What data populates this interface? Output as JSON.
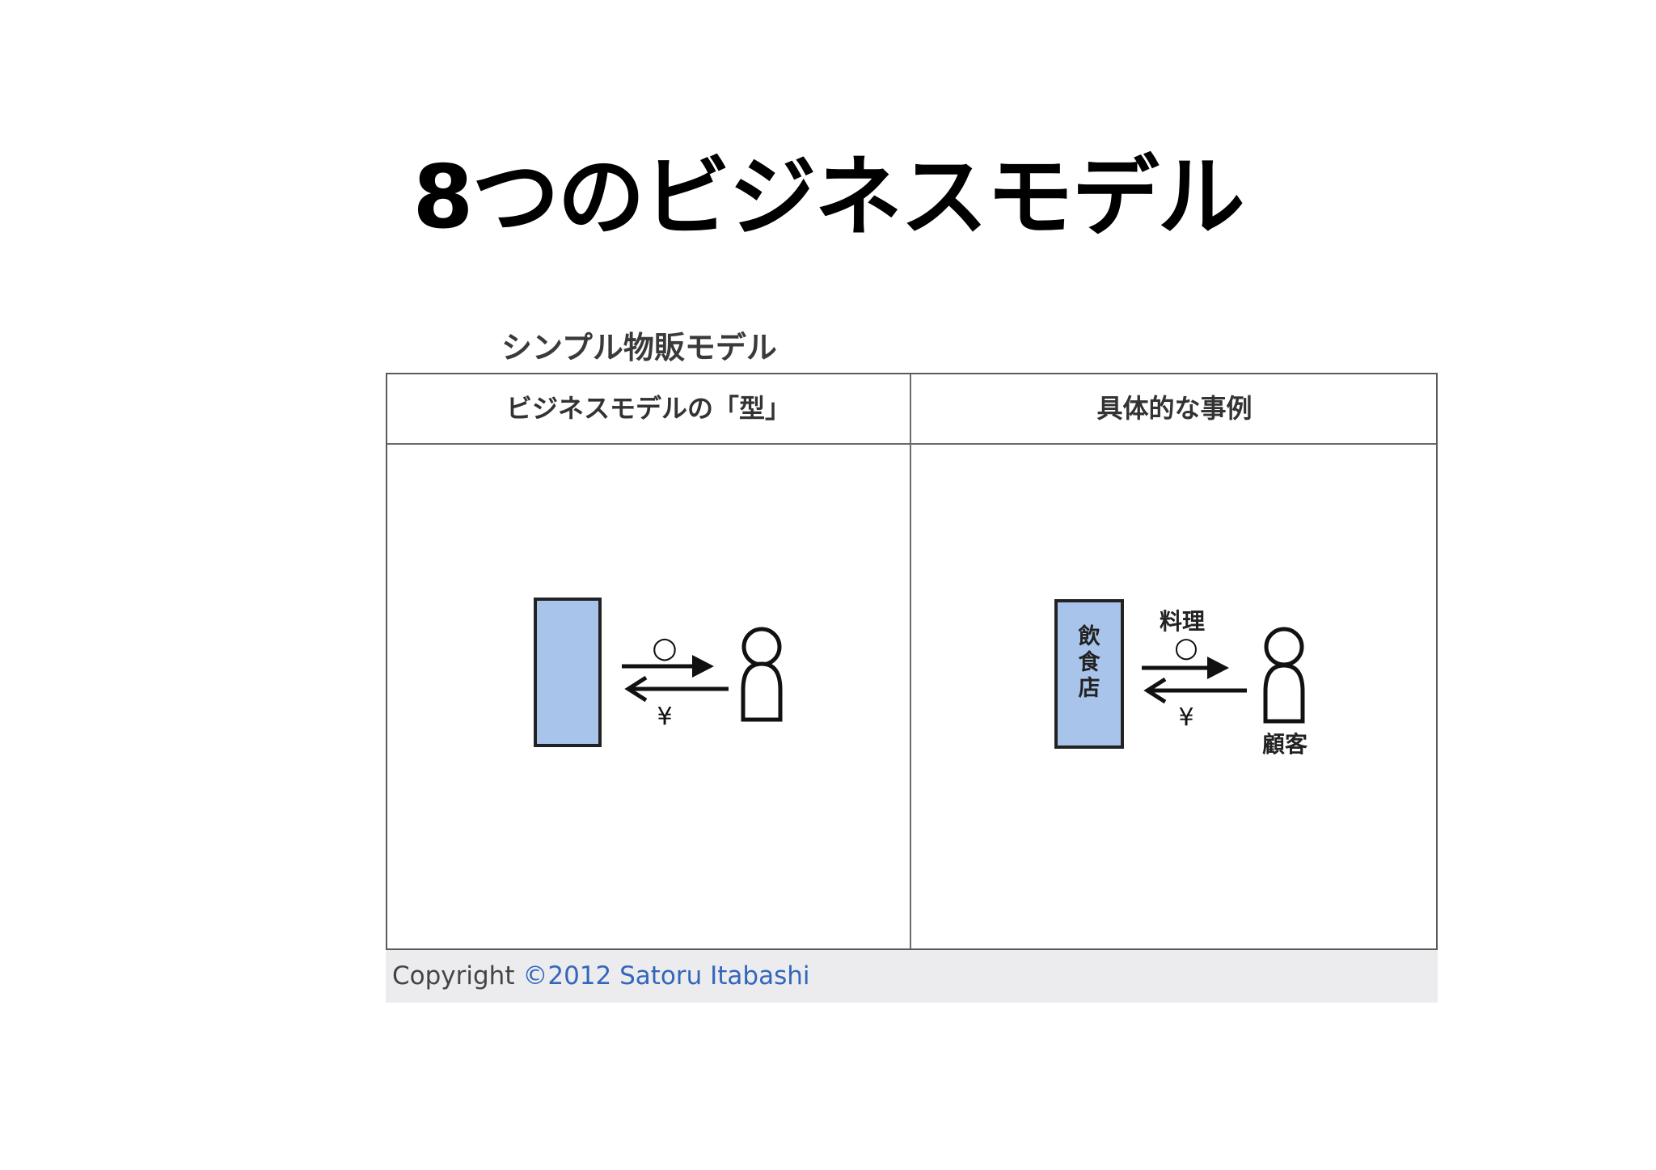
{
  "slide": {
    "title": "8つのビジネスモデル"
  },
  "figure": {
    "caption": "シンプル物販モデル",
    "columns": {
      "left_header": "ビジネスモデルの「型」",
      "right_header": "具体的な事例"
    },
    "left_panel": {
      "goods_symbol": "○",
      "money_symbol": "¥"
    },
    "right_panel": {
      "seller_label": "飲\n食\n店",
      "seller_chars": [
        "飲",
        "食",
        "店"
      ],
      "goods_label": "料理",
      "goods_symbol": "○",
      "money_symbol": "¥",
      "customer_label": "顧客"
    },
    "colors": {
      "seller_fill": "#a8c4ea",
      "outline": "#222222"
    }
  },
  "footer": {
    "copyright_prefix": "Copyright",
    "copyright_holder": "©2012 Satoru Itabashi"
  }
}
